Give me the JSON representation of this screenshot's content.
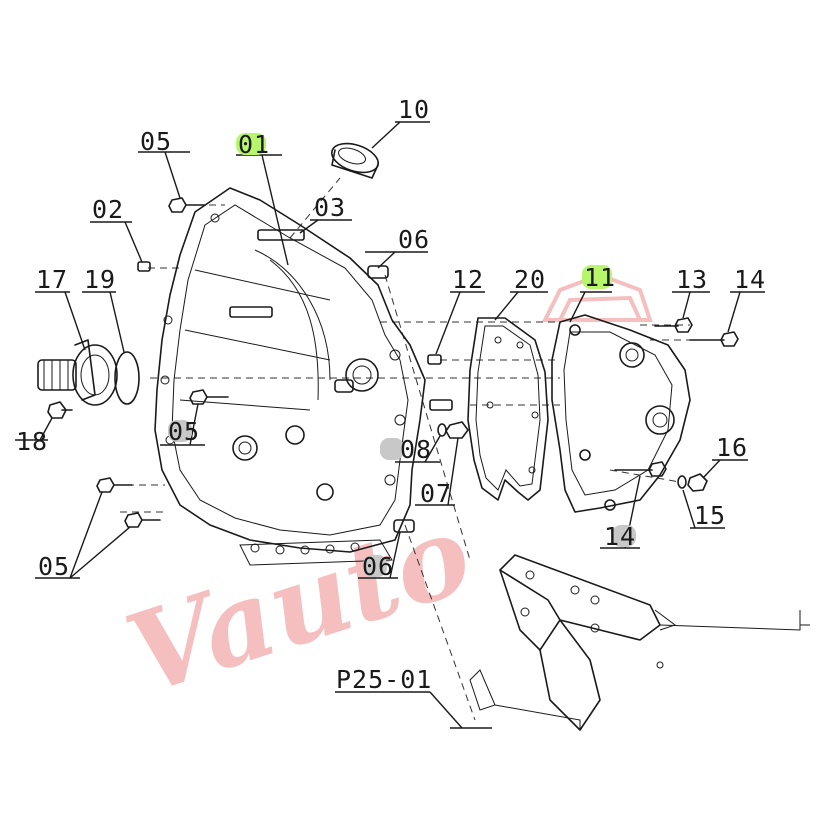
{
  "callouts": [
    {
      "id": "c01",
      "text": "01",
      "highlight": true
    },
    {
      "id": "c02",
      "text": "02",
      "highlight": false
    },
    {
      "id": "c03",
      "text": "03",
      "highlight": false
    },
    {
      "id": "c05a",
      "text": "05",
      "highlight": false
    },
    {
      "id": "c05b",
      "text": "05",
      "highlight": false
    },
    {
      "id": "c05c",
      "text": "05",
      "highlight": false
    },
    {
      "id": "c06a",
      "text": "06",
      "highlight": false
    },
    {
      "id": "c06b",
      "text": "06",
      "highlight": false
    },
    {
      "id": "c07",
      "text": "07",
      "highlight": false
    },
    {
      "id": "c08",
      "text": "08",
      "highlight": false
    },
    {
      "id": "c10",
      "text": "10",
      "highlight": false
    },
    {
      "id": "c11",
      "text": "11",
      "highlight": true
    },
    {
      "id": "c12",
      "text": "12",
      "highlight": false
    },
    {
      "id": "c13",
      "text": "13",
      "highlight": false
    },
    {
      "id": "c14a",
      "text": "14",
      "highlight": false
    },
    {
      "id": "c14b",
      "text": "14",
      "highlight": false
    },
    {
      "id": "c15",
      "text": "15",
      "highlight": false
    },
    {
      "id": "c16",
      "text": "16",
      "highlight": false
    },
    {
      "id": "c17",
      "text": "17",
      "highlight": false
    },
    {
      "id": "c18",
      "text": "18",
      "highlight": false
    },
    {
      "id": "c19",
      "text": "19",
      "highlight": false
    },
    {
      "id": "c20",
      "text": "20",
      "highlight": false
    }
  ],
  "reference_label": "P25-01",
  "watermark": "Vauto",
  "colors": {
    "line": "#1a1a1a",
    "highlight": "#b7f56a",
    "badge": "#c8c8c8",
    "watermark": "#e84b4b"
  }
}
